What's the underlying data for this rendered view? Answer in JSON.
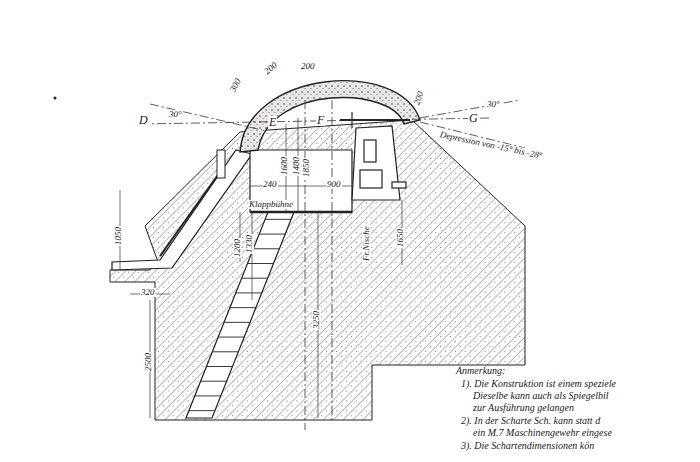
{
  "diagram": {
    "labels": [
      "D",
      "30°",
      "300",
      "200",
      "200",
      "E",
      "F",
      "G",
      "30°",
      "200",
      "1600",
      "1400",
      "1850",
      "240",
      "900",
      "Klappbühne",
      "1330",
      "1200",
      "1050",
      "320",
      "2500",
      "3250",
      "Fr.Nische",
      "1650",
      "Depression von -15° bis -28°",
      "Anmerkung:",
      "1). Die Konstruktion ist einem speziele",
      "Dieselbe kann auch als Spiegelbil",
      "zur Ausführung gelangen",
      "2). In der Scharte Sch. kann statt d",
      "ein M.7 Maschinengewehr eingese",
      "3). Die Schartendimensionen kön"
    ]
  }
}
